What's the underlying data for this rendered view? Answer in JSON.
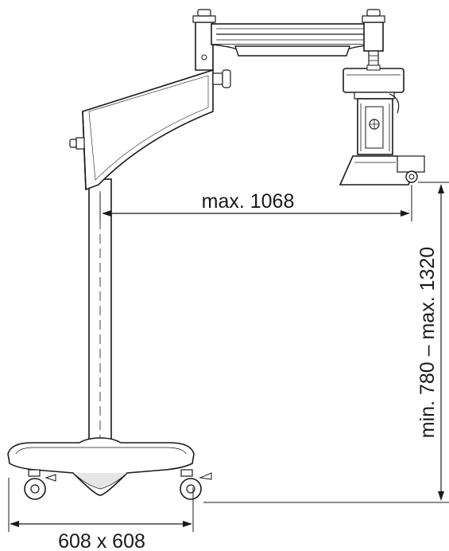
{
  "dimensions": {
    "reach": "max. 1068",
    "height_range": "min. 780 – max. 1320",
    "base_footprint": "608 x 608"
  },
  "colors": {
    "line": "#1a1a1a",
    "fill": "#ffffff",
    "shade": "#e6e6e6"
  }
}
